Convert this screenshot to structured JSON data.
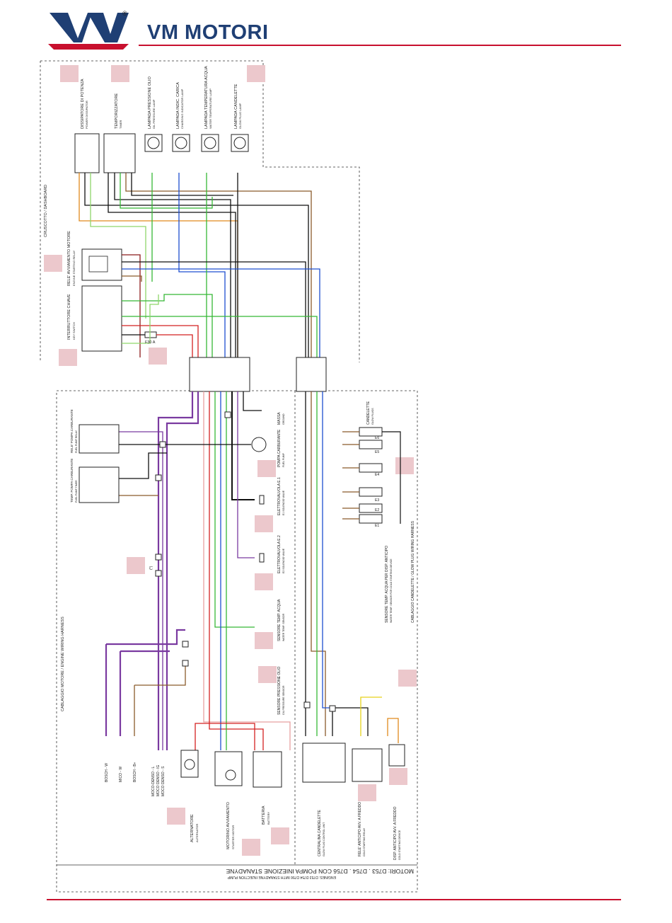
{
  "header": {
    "brand": "VM MOTORI",
    "registered": "®",
    "accent": "#c8102e",
    "brand_color": "#1f3f74"
  },
  "dashboard": {
    "title": "CRUSCOTTO / DASHBOARD",
    "components": [
      {
        "it": "DISSIPATORE DI POTENZA",
        "en": "POWER DISSIPATOR"
      },
      {
        "it": "TEMPORIZZATORE",
        "en": "TIMER"
      },
      {
        "it": "LAMPADA PRESSIONE OLIO",
        "en": "OIL PRESSURE LAMP"
      },
      {
        "it": "LAMPADA INDIC. CARICA",
        "en": "CHARGING INDICATOR LAMP"
      },
      {
        "it": "LAMPADA TEMPERATURA ACQUA",
        "en": "WATER TEMPERATURE LAMP"
      },
      {
        "it": "LAMPADA CANDELETTE",
        "en": "GLOW PLUG LAMP"
      }
    ],
    "relay": {
      "it": "RELE' AVVIAMENTO MOTORE",
      "en": "ENGINE STARTING RELAY"
    },
    "key_switch": {
      "it": "INTERRUTTORE CHIAVE",
      "en": "KEY SWITCH"
    },
    "fuse": "F30 A"
  },
  "engine": {
    "title": "CABLAGGIO MOTORE / ENGINE WIRING HARNESS",
    "fuel_pump_relay": {
      "it": "RELE' POMPA CARBURANTE",
      "en": "FUEL PUMP RELAY"
    },
    "fuel_pump_timer": {
      "it": "TEMP. POMPA CARBURANTE",
      "en": "FUEL PUMP TIMER"
    },
    "fuel_pump": {
      "it": "POMPA CARBURANTE",
      "en": "FUEL PUMP"
    },
    "ground": {
      "it": "MASSA",
      "en": "GROUND"
    },
    "solenoid_1": {
      "it": "ELETTROVALVOLA E.1",
      "en": "E1 SOLENOID VALVE"
    },
    "solenoid_2": {
      "it": "ELETTROVALVOLA E.2",
      "en": "E2 SOLENOID VALVE"
    },
    "water_sensor": {
      "it": "SENSORE TEMP. ACQUA",
      "en": "WATER TEMP. SENSOR"
    },
    "oil_sensor": {
      "it": "SENSORE PRESSIONE OLIO",
      "en": "OIL PRESSURE SENSOR"
    },
    "alternator": {
      "it": "ALTERNATORE",
      "en": "ALTERNATOR"
    },
    "starter": {
      "it": "MOTORINO AVVIAMENTO",
      "en": "STARTER MOTOR"
    },
    "battery": {
      "it": "BATTERIA",
      "en": "BATTERY"
    },
    "alternator_options": [
      "BOSCH - W",
      "MICO - W",
      "BOSCH - B+",
      "MOCO-DENSO - L",
      "MOCO DENSO - IG",
      "MOCO DENSO - S"
    ],
    "note": "(*)"
  },
  "glow": {
    "title": "CABLAGGIO CANDELETTE / GLOW PLUG WIRING HARNESS",
    "plugs": {
      "it": "CANDELETTE",
      "en": "GLOW PLUGS"
    },
    "plug_ids": [
      "E1",
      "E2",
      "E3",
      "E4",
      "E5",
      "E6"
    ],
    "control_unit": {
      "it": "CENTRALINA CANDELETTE",
      "en": "GLOW PLUG CONTROL UNIT"
    },
    "cold_relay": {
      "it": "RELE' ANTICIPO AVV. A FREDDO",
      "en": "COLD STARTING RELAY"
    },
    "cold_device": {
      "it": "DISP. ANTICIPO AVV. A FREDDO",
      "en": "COLD STARTING DEVICE"
    },
    "cold_sensor": {
      "it": "SENSORE TEMP. ACQUA PER DISP. ANTICIPO",
      "en": "WATER TEMP. SENSOR FOR COLD STARTING DEVICE"
    }
  },
  "footer": {
    "title": "MOTORI: D753 . D754 . D756 CON POMPA INIEZIONE STANADYNE",
    "subtitle": "ENGINES: D753 D754 D756 WITH STANADYNE INJECTION PUMP"
  },
  "wire_colors": {
    "red": "#d42020",
    "brown": "#8a5a2b",
    "black": "#111111",
    "green": "#35b835",
    "blue": "#1e4fd0",
    "violet": "#7a3aa0",
    "orange": "#e08a1e",
    "lightgreen": "#8fd66a",
    "yellow": "#e6d21a",
    "pink": "#e8a0a0",
    "grey": "#888888",
    "marker": "#ecc8cc"
  }
}
